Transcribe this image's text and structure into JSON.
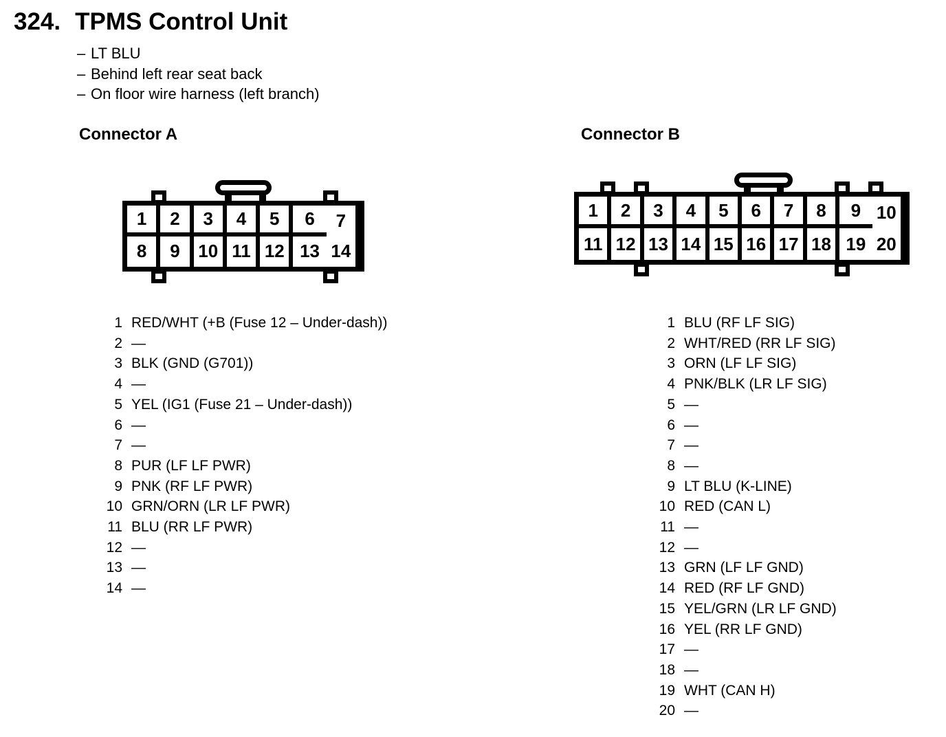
{
  "page": {
    "number": "324.",
    "title": "TPMS Control Unit"
  },
  "notes": [
    {
      "dash": "–",
      "text": "LT BLU"
    },
    {
      "dash": "–",
      "text": "Behind left rear seat back"
    },
    {
      "dash": "–",
      "text": "On floor wire harness (left branch)"
    }
  ],
  "connector_a": {
    "heading": "Connector A",
    "grid": [
      "1",
      "2",
      "3",
      "4",
      "5",
      "6",
      "7",
      "8",
      "9",
      "10",
      "11",
      "12",
      "13",
      "14"
    ],
    "pins": [
      {
        "num": "1",
        "label": "RED/WHT (+B (Fuse 12 – Under-dash))"
      },
      {
        "num": "2",
        "label": "—"
      },
      {
        "num": "3",
        "label": "BLK (GND (G701))"
      },
      {
        "num": "4",
        "label": "—"
      },
      {
        "num": "5",
        "label": "YEL (IG1 (Fuse 21 – Under-dash))"
      },
      {
        "num": "6",
        "label": "—"
      },
      {
        "num": "7",
        "label": "—"
      },
      {
        "num": "8",
        "label": "PUR (LF LF PWR)"
      },
      {
        "num": "9",
        "label": "PNK (RF LF PWR)"
      },
      {
        "num": "10",
        "label": "GRN/ORN (LR LF PWR)"
      },
      {
        "num": "11",
        "label": "BLU (RR LF PWR)"
      },
      {
        "num": "12",
        "label": "—"
      },
      {
        "num": "13",
        "label": "—"
      },
      {
        "num": "14",
        "label": "—"
      }
    ]
  },
  "connector_b": {
    "heading": "Connector B",
    "grid": [
      "1",
      "2",
      "3",
      "4",
      "5",
      "6",
      "7",
      "8",
      "9",
      "10",
      "11",
      "12",
      "13",
      "14",
      "15",
      "16",
      "17",
      "18",
      "19",
      "20"
    ],
    "pins": [
      {
        "num": "1",
        "label": "BLU (RF LF SIG)"
      },
      {
        "num": "2",
        "label": "WHT/RED (RR LF SIG)"
      },
      {
        "num": "3",
        "label": "ORN (LF LF SIG)"
      },
      {
        "num": "4",
        "label": "PNK/BLK (LR LF SIG)"
      },
      {
        "num": "5",
        "label": "—"
      },
      {
        "num": "6",
        "label": "—"
      },
      {
        "num": "7",
        "label": "—"
      },
      {
        "num": "8",
        "label": "—"
      },
      {
        "num": "9",
        "label": "LT BLU (K-LINE)"
      },
      {
        "num": "10",
        "label": "RED (CAN L)"
      },
      {
        "num": "11",
        "label": "—"
      },
      {
        "num": "12",
        "label": "—"
      },
      {
        "num": "13",
        "label": "GRN (LF LF GND)"
      },
      {
        "num": "14",
        "label": "RED (RF LF GND)"
      },
      {
        "num": "15",
        "label": "YEL/GRN (LR LF GND)"
      },
      {
        "num": "16",
        "label": "YEL (RR LF GND)"
      },
      {
        "num": "17",
        "label": "—"
      },
      {
        "num": "18",
        "label": "—"
      },
      {
        "num": "19",
        "label": "WHT (CAN H)"
      },
      {
        "num": "20",
        "label": "—"
      }
    ]
  },
  "colors": {
    "ink": "#000000",
    "paper": "#ffffff"
  }
}
